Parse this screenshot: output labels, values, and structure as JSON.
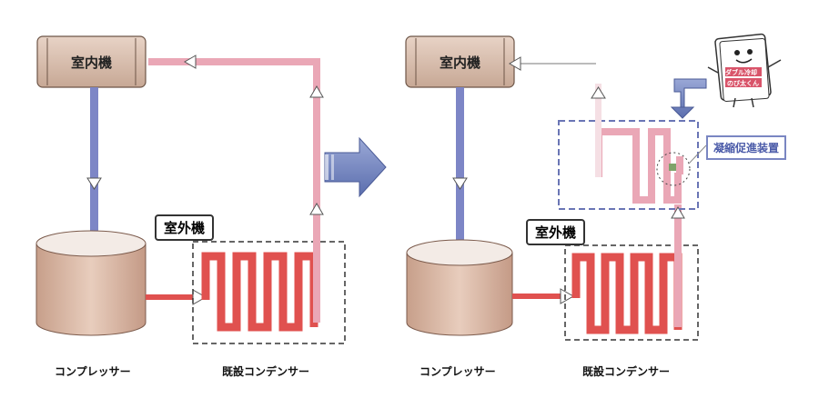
{
  "left": {
    "indoor_unit": "室内機",
    "outdoor_unit": "室外機",
    "compressor": "コンプレッサー",
    "condenser": "既設コンデンサー"
  },
  "right": {
    "indoor_unit": "室内機",
    "outdoor_unit": "室外機",
    "compressor": "コンプレッサー",
    "condenser": "既設コンデンサー",
    "device": "凝縮促進装置",
    "mascot_text": [
      "ダブル冷却",
      "のび太くん"
    ]
  },
  "colors": {
    "pipe_red": "#e0514f",
    "pipe_pink": "#eaa7b6",
    "pipe_blue": "#7d86c6",
    "arrow": "#6a7fb8",
    "tank": "#d8b9a6"
  }
}
